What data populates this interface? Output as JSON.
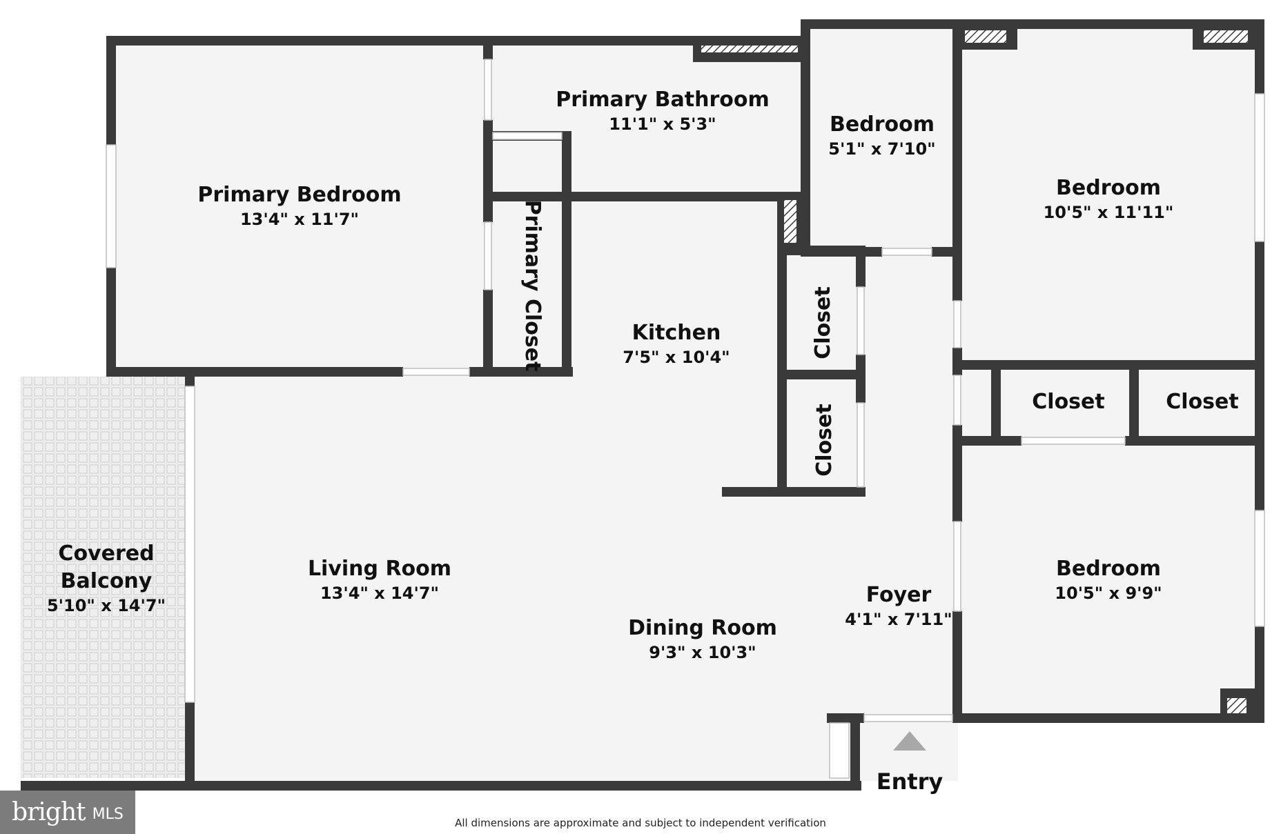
{
  "rooms": {
    "primary_bedroom": {
      "name": "Primary Bedroom",
      "dims": "13'4\" x 11'7\""
    },
    "primary_bathroom": {
      "name": "Primary Bathroom",
      "dims": "11'1\" x 5'3\""
    },
    "bedroom_small": {
      "name": "Bedroom",
      "dims": "5'1\" x 7'10\""
    },
    "bedroom_top_right": {
      "name": "Bedroom",
      "dims": "10'5\" x 11'11\""
    },
    "primary_closet": {
      "name": "Primary Closet"
    },
    "kitchen": {
      "name": "Kitchen",
      "dims": "7'5\" x 10'4\""
    },
    "closet_upper": {
      "name": "Closet"
    },
    "closet_lower": {
      "name": "Closet"
    },
    "closet_right_a": {
      "name": "Closet"
    },
    "closet_right_b": {
      "name": "Closet"
    },
    "covered_balcony": {
      "name_line1": "Covered",
      "name_line2": "Balcony",
      "dims": "5'10\" x 14'7\""
    },
    "living_room": {
      "name": "Living Room",
      "dims": "13'4\" x 14'7\""
    },
    "dining_room": {
      "name": "Dining Room",
      "dims": "9'3\" x 10'3\""
    },
    "foyer": {
      "name": "Foyer",
      "dims": "4'1\" x 7'11\""
    },
    "bedroom_bottom_right": {
      "name": "Bedroom",
      "dims": "10'5\" x 9'9\""
    }
  },
  "entry_label": "Entry",
  "disclaimer": "All dimensions are approximate and subject to independent verification",
  "logo": {
    "word": "bright",
    "suffix": "MLS"
  },
  "colors": {
    "wall": "#3a3a3a",
    "floor": "#f4f4f4",
    "balcony": "#ececec",
    "logo_bg": "#7c7c7c"
  }
}
